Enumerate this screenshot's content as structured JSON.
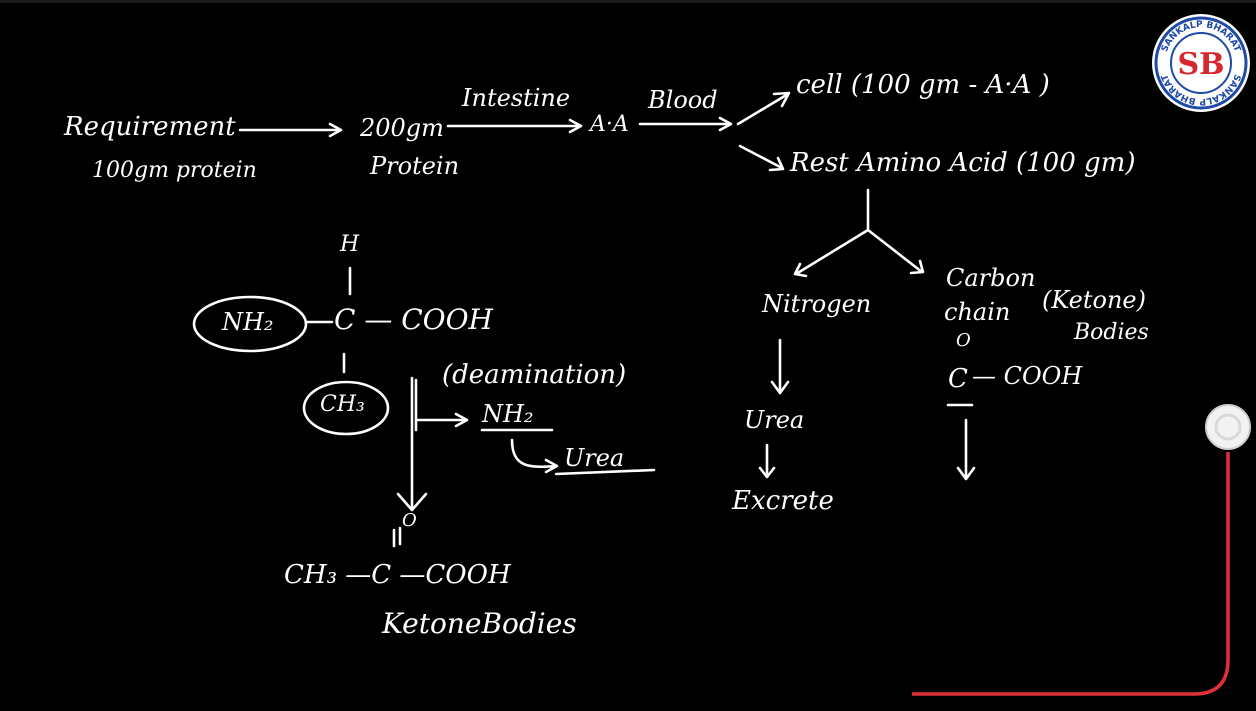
{
  "board": {
    "flow": {
      "requirement": "Requirement",
      "requirement_amount": "100gm protein",
      "intake_amount": "200gm",
      "intake_label": "Protein",
      "intestine_label": "Intestine",
      "aa_node": "A·A",
      "blood_label": "Blood",
      "cell_branch": "cell (100 gm - A·A )",
      "rest_branch": "Rest Amino Acid (100 gm)"
    },
    "rest_split": {
      "nitrogen": "Nitrogen",
      "urea": "Urea",
      "excrete": "Excrete",
      "carbon_line1": "Carbon",
      "carbon_line2": "chain",
      "ketone_note_line1": "(Ketone)",
      "ketone_note_line2": "Bodies",
      "carbonyl_o": "O",
      "carbonyl_c": "C",
      "carbonyl_tail": "— COOH"
    },
    "amino_acid": {
      "h_atom": "H",
      "nh2_group": "NH₂",
      "center_carbon": "C — COOH",
      "ch3_group": "CH₃",
      "deamination": "(deamination)",
      "nh2_removed": "NH₂",
      "urea_product": "Urea",
      "product_o": "O",
      "product_formula": "CH₃ —C —COOH",
      "ketone_bodies": "KetoneBodies"
    }
  },
  "logo": {
    "monogram": "SB",
    "ring_text_top": "SANKALP BHARAT",
    "ring_text_bottom": "SANKALP BHARAT",
    "ring_color": "#1f4aa8",
    "monogram_color": "#d8262e"
  },
  "colors": {
    "background": "#000000",
    "ink": "#ffffff",
    "cable": "#e0303a"
  }
}
